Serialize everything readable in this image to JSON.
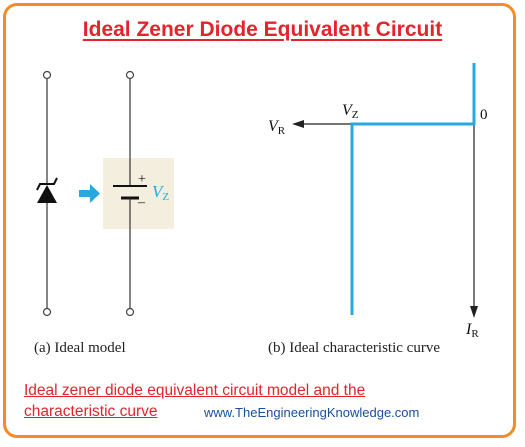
{
  "title": "Ideal Zener Diode Equivalent Circuit",
  "diagram_a": {
    "plus": "+",
    "minus": "–",
    "vz_v": "V",
    "vz_sub": "Z",
    "caption": "(a) Ideal model"
  },
  "diagram_b": {
    "vr_v": "V",
    "vr_sub": "R",
    "vz_v": "V",
    "vz_sub": "Z",
    "zero": "0",
    "ir_i": "I",
    "ir_sub": "R",
    "caption": "(b) Ideal characteristic curve"
  },
  "footer": {
    "line1": "Ideal zener diode equivalent circuit model and the",
    "line2": "characteristic curve",
    "website": "www.TheEngineeringKnowledge.com"
  },
  "colors": {
    "border": "#F28C28",
    "title": "#E3242B",
    "curve": "#29A8E0",
    "battery_bg": "#F3EEDD",
    "website": "#1A4FA0"
  }
}
